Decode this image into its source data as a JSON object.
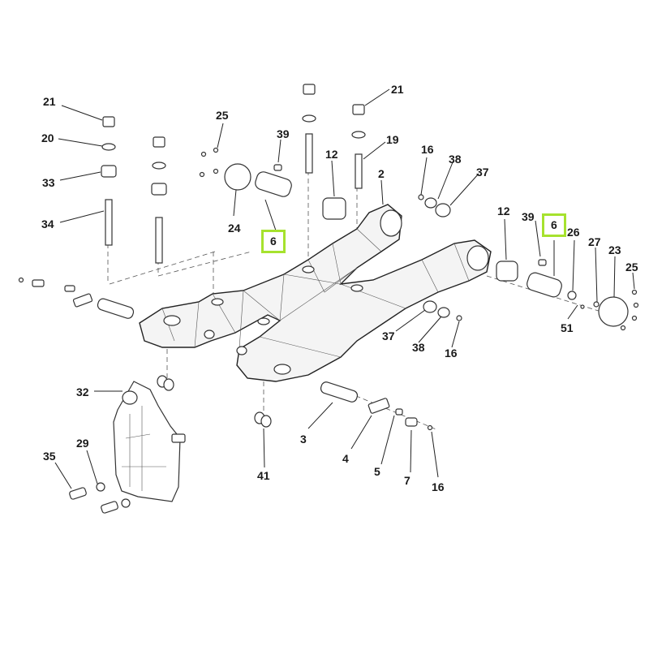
{
  "diagram": {
    "highlight_color": "#a6e22e",
    "callouts": [
      {
        "id": "c21a",
        "text": "21"
      },
      {
        "id": "c20",
        "text": "20"
      },
      {
        "id": "c33",
        "text": "33"
      },
      {
        "id": "c34",
        "text": "34"
      },
      {
        "id": "c21b",
        "text": "21"
      },
      {
        "id": "c25a",
        "text": "25"
      },
      {
        "id": "c39a",
        "text": "39"
      },
      {
        "id": "c12a",
        "text": "12"
      },
      {
        "id": "c19",
        "text": "19"
      },
      {
        "id": "c2",
        "text": "2"
      },
      {
        "id": "c16a",
        "text": "16"
      },
      {
        "id": "c38a",
        "text": "38"
      },
      {
        "id": "c37a",
        "text": "37"
      },
      {
        "id": "c24",
        "text": "24"
      },
      {
        "id": "c6a",
        "text": "6",
        "highlighted": true
      },
      {
        "id": "c12b",
        "text": "12"
      },
      {
        "id": "c39b",
        "text": "39"
      },
      {
        "id": "c6b",
        "text": "6",
        "highlighted": true
      },
      {
        "id": "c26",
        "text": "26"
      },
      {
        "id": "c27",
        "text": "27"
      },
      {
        "id": "c23",
        "text": "23"
      },
      {
        "id": "c25b",
        "text": "25"
      },
      {
        "id": "c51",
        "text": "51"
      },
      {
        "id": "c37b",
        "text": "37"
      },
      {
        "id": "c38b",
        "text": "38"
      },
      {
        "id": "c16b",
        "text": "16"
      },
      {
        "id": "c32",
        "text": "32"
      },
      {
        "id": "c29",
        "text": "29"
      },
      {
        "id": "c35",
        "text": "35"
      },
      {
        "id": "c41",
        "text": "41"
      },
      {
        "id": "c3",
        "text": "3"
      },
      {
        "id": "c4",
        "text": "4"
      },
      {
        "id": "c5",
        "text": "5"
      },
      {
        "id": "c7",
        "text": "7"
      },
      {
        "id": "c16c",
        "text": "16"
      }
    ]
  }
}
